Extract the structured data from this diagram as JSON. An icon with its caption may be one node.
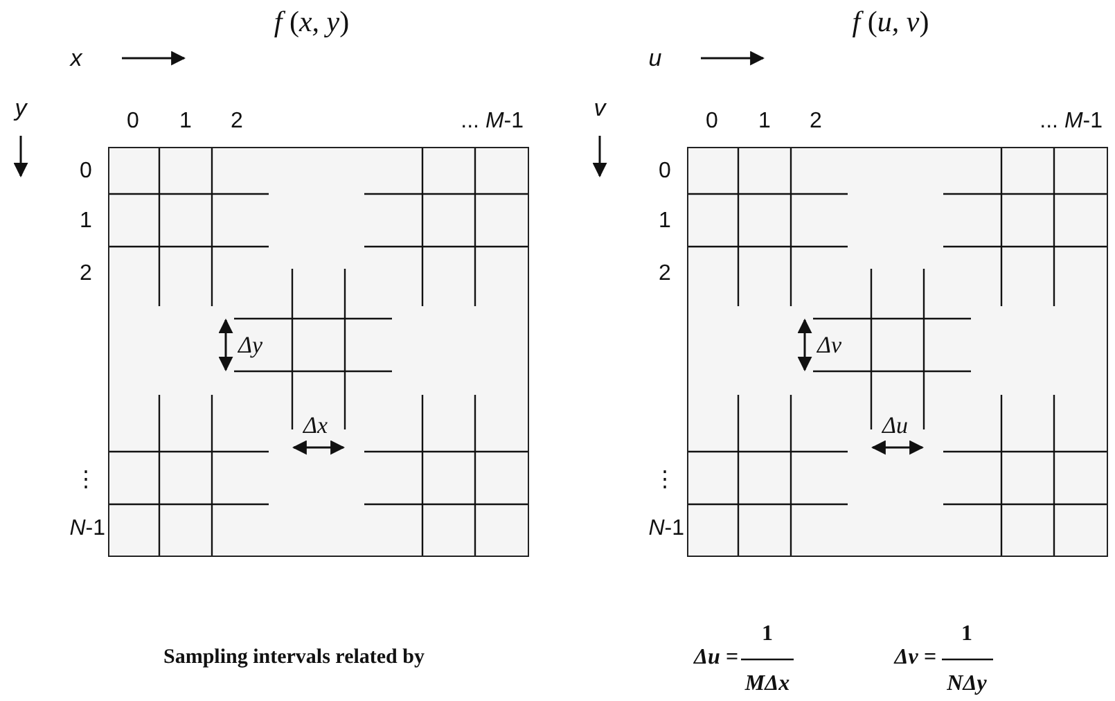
{
  "diagram": {
    "nodes": [
      {
        "text": [
          "Δy",
          "Δx"
        ]
      },
      {
        "text": [
          "Δv",
          "Δu"
        ]
      }
    ],
    "labels": [
      "*f* (*x, y*)",
      "x",
      "y",
      "0",
      "1",
      "2",
      "... *M*-1",
      "0",
      "1",
      "2",
      "⋮",
      "*N*-1",
      "*f* (*u, v*)",
      "u",
      "v",
      "0",
      "1",
      "2",
      "... *M*-1",
      "0",
      "1",
      "2",
      "⋮",
      "*N*-1",
      "Sampling intervals related by",
      "Δu =",
      "1",
      "MΔx",
      "Δv =",
      "1",
      "NΔy"
    ]
  }
}
